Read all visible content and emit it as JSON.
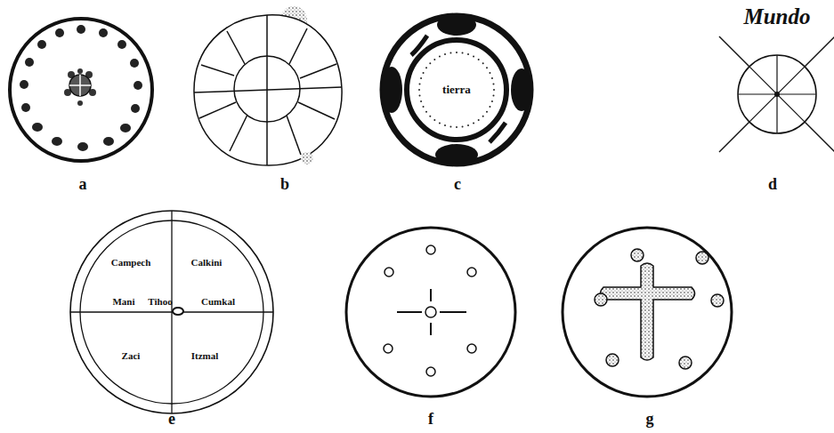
{
  "diagram": {
    "nodes": [
      {
        "text": [
          "tierra"
        ]
      },
      {
        "text": [
          "Mundo"
        ]
      },
      {
        "text": [
          "Campech",
          "Calkini",
          "Mani",
          "Tihoo",
          "Cumkal",
          "Zaci",
          "Itzmal"
        ]
      }
    ],
    "labels": [
      "a",
      "b",
      "c",
      "d",
      "e",
      "f",
      "g"
    ]
  }
}
